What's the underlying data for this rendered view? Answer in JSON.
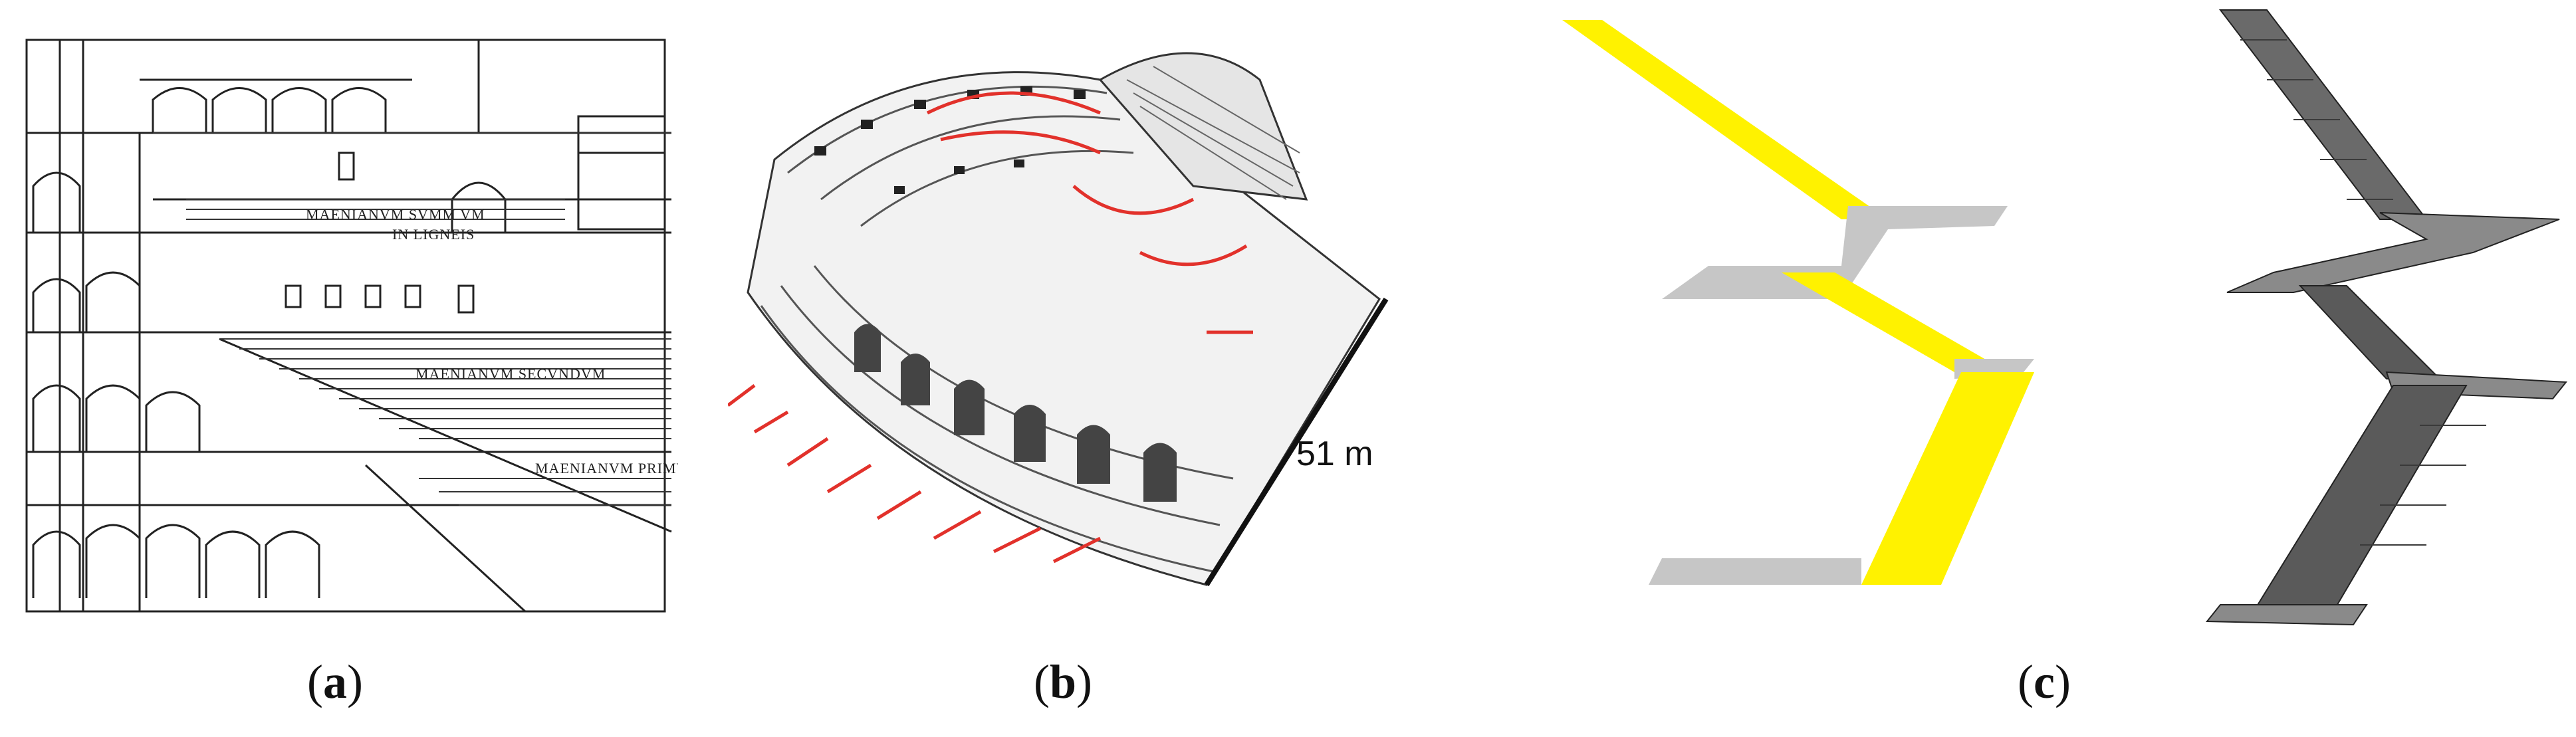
{
  "figure": {
    "panels": [
      {
        "id": "a",
        "caption": "a",
        "inscriptions": [
          "MAENIANVM SVMM VM",
          "IN LIGNEIS",
          "MAENIANVM SECVNDVM",
          "MAENIANVM PRIMVM"
        ]
      },
      {
        "id": "b",
        "caption": "b",
        "dimension_label": "51 m",
        "arrow_color": "#e2312b"
      },
      {
        "id": "c",
        "caption": "c",
        "flight_color": "#fff200",
        "landing_color": "#c6c6c6",
        "solid_color": "#6a6a6a"
      }
    ]
  }
}
